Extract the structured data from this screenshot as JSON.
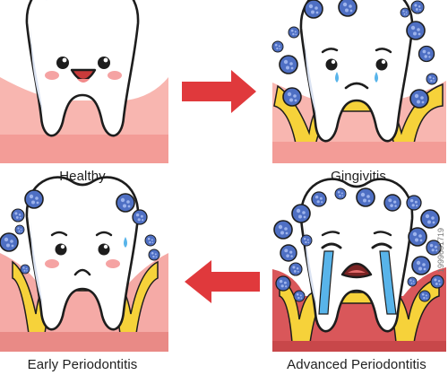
{
  "stages": [
    {
      "label": "Healthy"
    },
    {
      "label": "Gingivitis"
    },
    {
      "label": "Early Periodontitis"
    },
    {
      "label": "Advanced Periodontitis"
    }
  ],
  "watermark": "1999681719",
  "colors": {
    "outline": "#1d1d1d",
    "gum_pink": "#f8b6b0",
    "gum_red": "#d9575a",
    "inflamed_yellow": "#f6d23a",
    "bacteria_blue": "#4e6fc3",
    "bacteria_light": "#8da6e4",
    "arrow_red": "#e0393c",
    "tear_blue": "#58b4ea",
    "blush_pink": "#f5a3a3"
  }
}
